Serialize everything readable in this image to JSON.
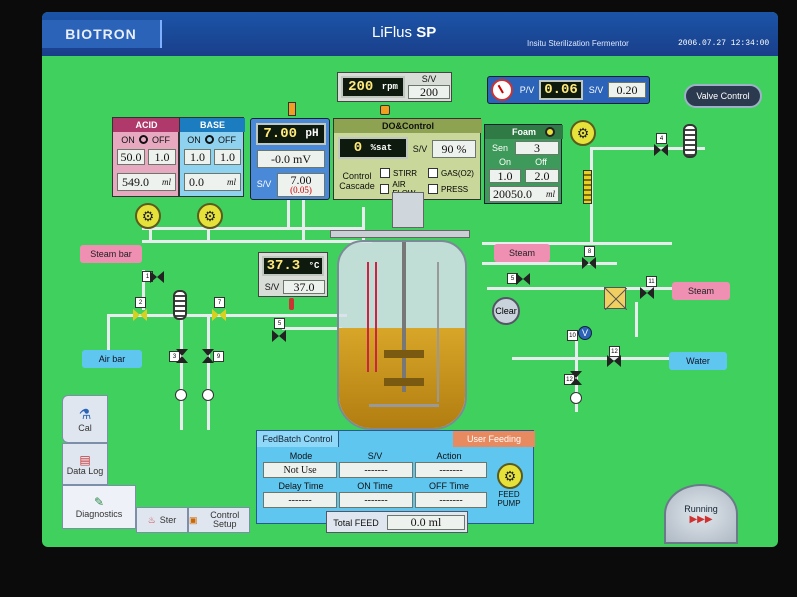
{
  "header": {
    "logo": "BIOTRON",
    "title_main": "LiFlus",
    "title_suffix": "SP",
    "subtitle": "Insitu Sterilization Fermentor",
    "datetime": "2006.07.27 12:34:00"
  },
  "agitator": {
    "value": "200",
    "unit": "rpm",
    "sv_label": "S/V",
    "sv": "200"
  },
  "pressure": {
    "pv_label": "P/V",
    "pv": "0.06",
    "sv_label": "S/V",
    "sv": "0.20"
  },
  "valve_control": "Valve Control",
  "acid": {
    "title": "ACID",
    "on": "ON",
    "off": "OFF",
    "on_val": "50.0",
    "off_val": "1.0",
    "total": "549.0",
    "unit": "ml"
  },
  "base": {
    "title": "BASE",
    "on": "ON",
    "off": "OFF",
    "on_val": "1.0",
    "off_val": "1.0",
    "total": "0.0",
    "unit": "ml"
  },
  "ph": {
    "value": "7.00",
    "unit": "pH",
    "mv": "-0.0 mV",
    "sv_label": "S/V",
    "sv": "7.00",
    "deadband": "(0.05)"
  },
  "do": {
    "title": "DO&Control",
    "value": "0",
    "unit": "%sat",
    "sv_label": "S/V",
    "sv": "90 %",
    "cascade": "Control Cascade",
    "opt_stirr": "STIRR",
    "opt_gas": "GAS(O2)",
    "opt_air": "AIR FLOW",
    "opt_press": "PRESS"
  },
  "foam": {
    "title": "Foam",
    "sen_label": "Sen",
    "sen": "3",
    "on": "On",
    "off": "Off",
    "on_val": "1.0",
    "off_val": "2.0",
    "total": "20050.0",
    "unit": "ml"
  },
  "temp": {
    "value": "37.3",
    "unit": "°C",
    "sv_label": "S/V",
    "sv": "37.0"
  },
  "labels": {
    "steam_left": "Steam bar",
    "steam_right": "Steam",
    "steam_far": "Steam",
    "air_bar": "Air bar",
    "water": "Water",
    "clear": "Clear"
  },
  "valve_tags": [
    "1",
    "2",
    "3",
    "4",
    "5",
    "6",
    "7",
    "8",
    "9",
    "10",
    "11",
    "12"
  ],
  "fedbatch": {
    "tab": "FedBatch Control",
    "tab2": "User Feeding",
    "h_mode": "Mode",
    "h_sv": "S/V",
    "h_action": "Action",
    "mode": "Not Use",
    "sv": "-------",
    "action": "-------",
    "h_delay": "Delay Time",
    "h_on": "ON Time",
    "h_off": "OFF Time",
    "delay": "-------",
    "on": "-------",
    "off": "-------",
    "pump": "FEED PUMP"
  },
  "total_feed": {
    "label": "Total FEED",
    "value": "0.0 ml"
  },
  "side_tabs": {
    "cal": "Cal",
    "data_log": "Data Log",
    "diagnostics": "Diagnostics",
    "ster": "Ster",
    "control_setup": "Control Setup"
  },
  "running": "Running"
}
